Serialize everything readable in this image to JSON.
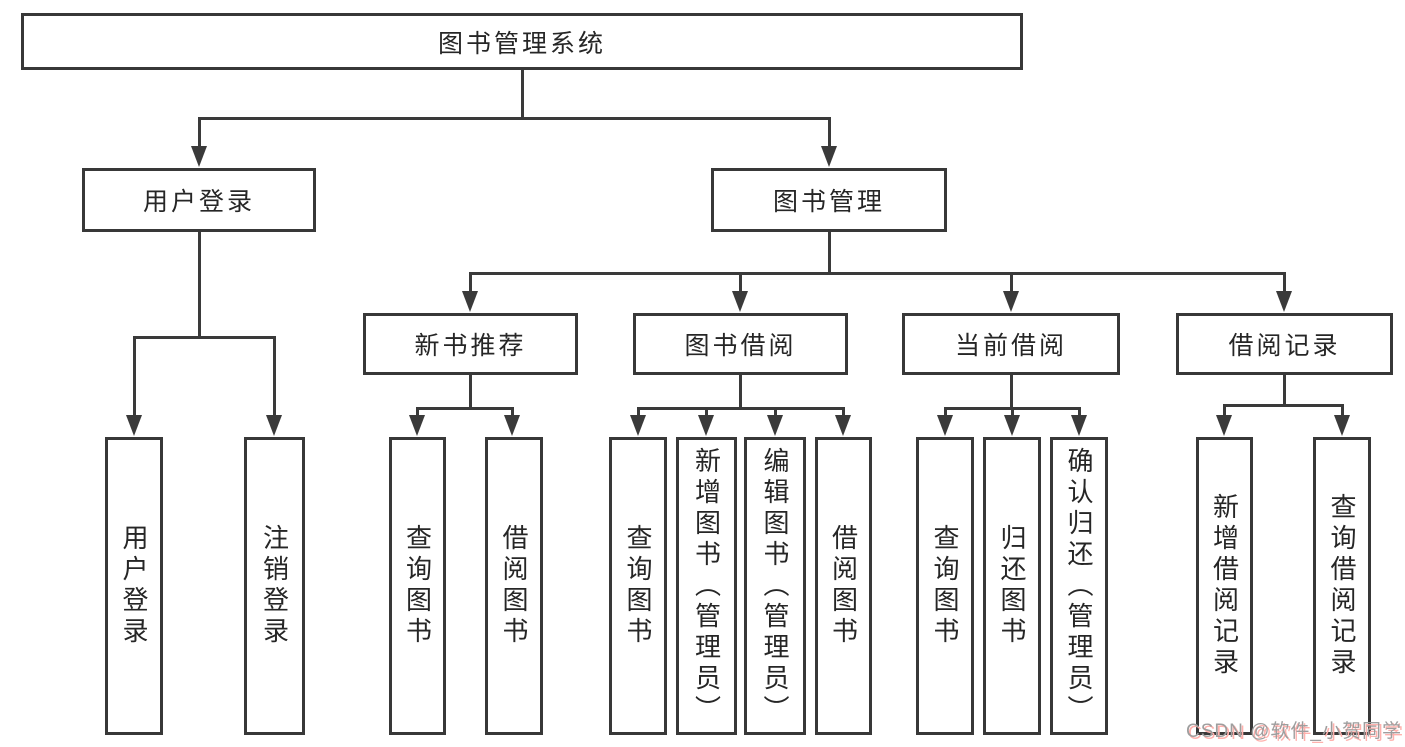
{
  "root": {
    "label": "图书管理系统"
  },
  "branches": {
    "user_login": {
      "label": "用户登录",
      "children": [
        {
          "label": "用户登录"
        },
        {
          "label": "注销登录"
        }
      ]
    },
    "book_mgmt": {
      "label": "图书管理",
      "sections": {
        "new_book": {
          "label": "新书推荐",
          "children": [
            {
              "label": "查询图书"
            },
            {
              "label": "借阅图书"
            }
          ]
        },
        "book_borrow": {
          "label": "图书借阅",
          "children": [
            {
              "label": "查询图书"
            },
            {
              "label": "新增图书（管理员）"
            },
            {
              "label": "编辑图书（管理员）"
            },
            {
              "label": "借阅图书"
            }
          ]
        },
        "current_borrow": {
          "label": "当前借阅",
          "children": [
            {
              "label": "查询图书"
            },
            {
              "label": "归还图书"
            },
            {
              "label": "确认归还（管理员）"
            }
          ]
        },
        "borrow_records": {
          "label": "借阅记录",
          "children": [
            {
              "label": "新增借阅记录"
            },
            {
              "label": "查询借阅记录"
            }
          ]
        }
      }
    }
  },
  "watermark": {
    "text": "CSDN @软件_小贺同学"
  },
  "colors": {
    "line": "#3a3a3a",
    "border": "#383838",
    "text": "#262626",
    "background": "#ffffff",
    "watermark_text": "#9e9e9e",
    "watermark_shadow": "#ffb1ad"
  }
}
